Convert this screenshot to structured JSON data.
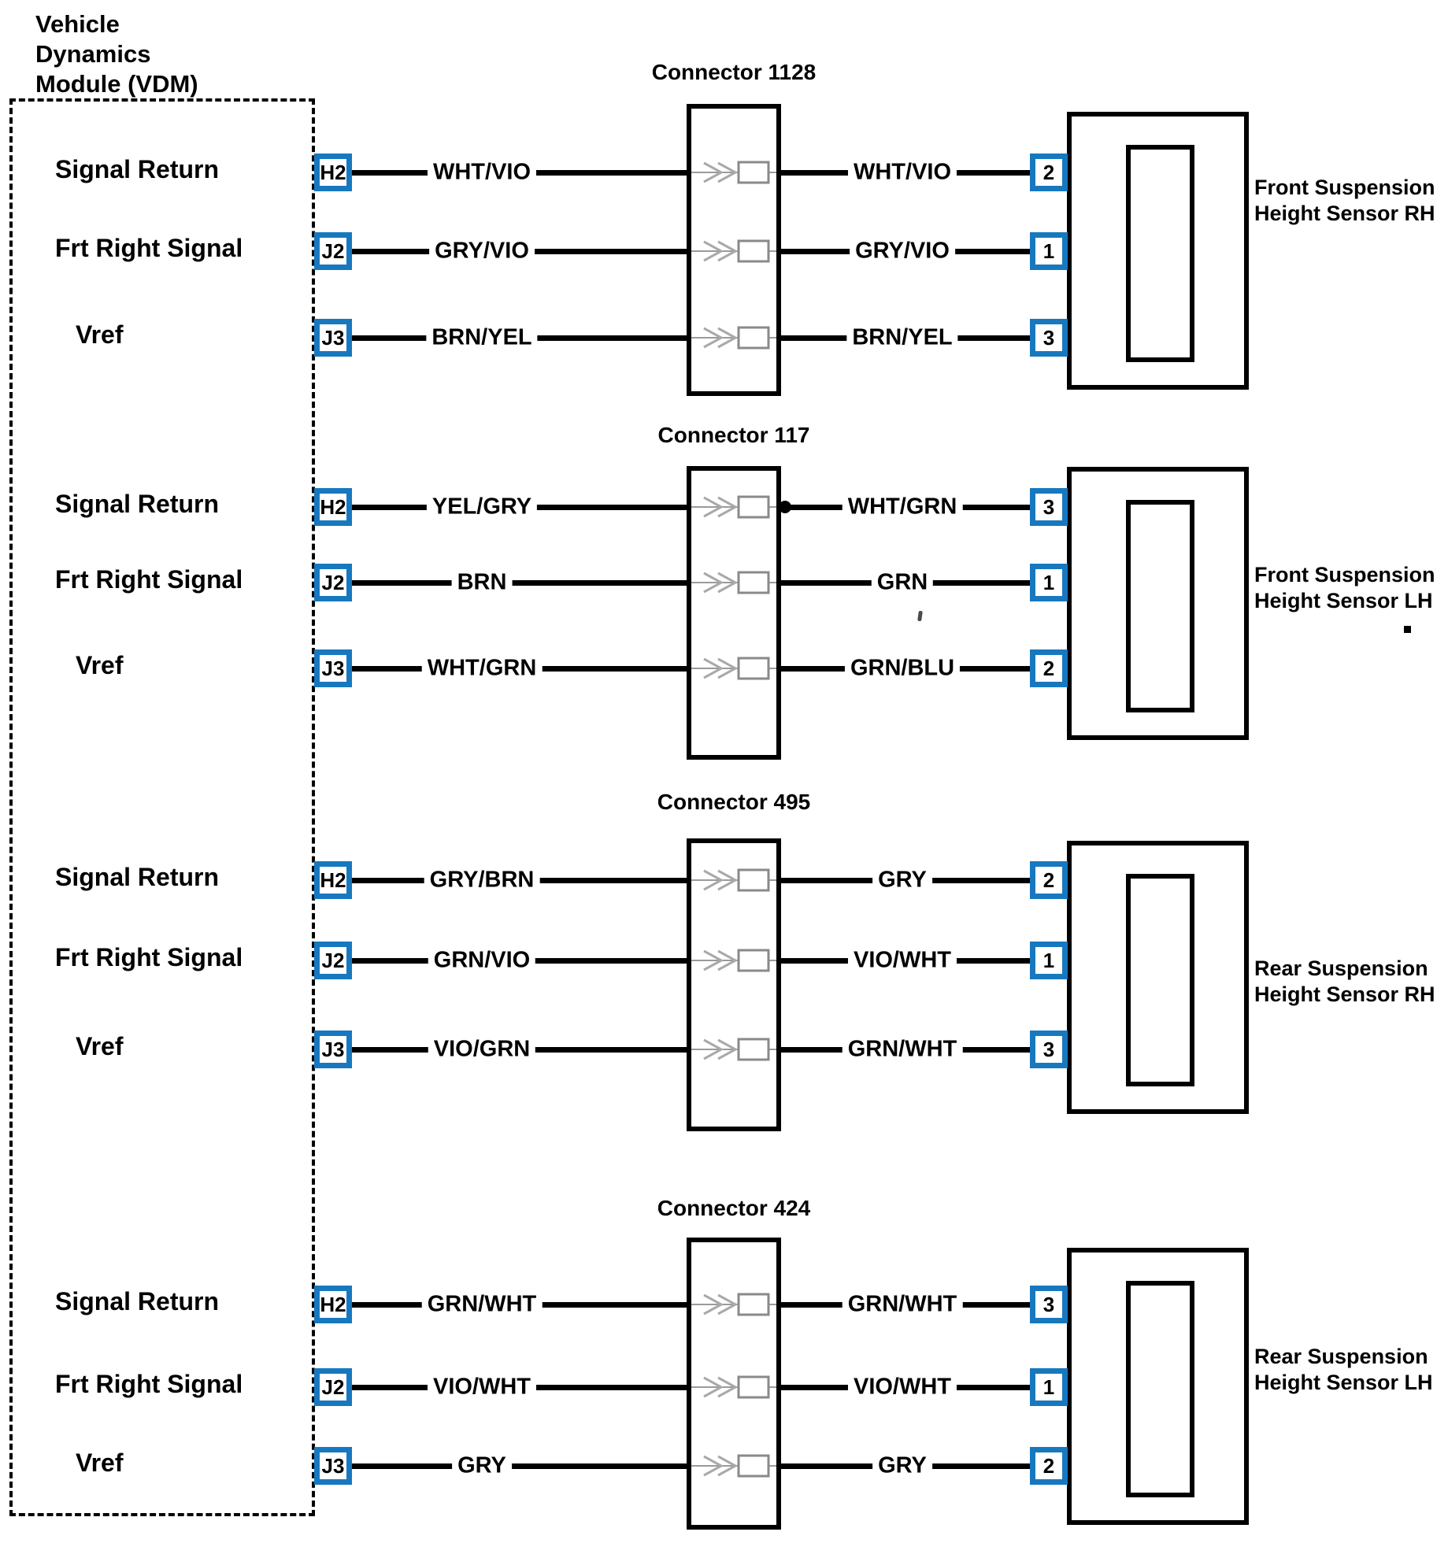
{
  "module": {
    "title_lines": [
      "Vehicle",
      "Dynamics",
      "Module (VDM)"
    ]
  },
  "colors": {
    "pin_box_blue": "#1878bf",
    "wire_black": "#000000",
    "passthrough_gray": "#9a9a9a"
  },
  "groups": [
    {
      "connector_title": "Connector 1128",
      "sensor_label_lines": [
        "Front Suspension",
        "Height Sensor RH"
      ],
      "rows": [
        {
          "signal": "Signal Return",
          "vdm_pin": "H2",
          "wire_left": "WHT/VIO",
          "wire_right": "WHT/VIO",
          "sensor_pin": "2"
        },
        {
          "signal": "Frt Right Signal",
          "vdm_pin": "J2",
          "wire_left": "GRY/VIO",
          "wire_right": "GRY/VIO",
          "sensor_pin": "1"
        },
        {
          "signal": "Vref",
          "vdm_pin": "J3",
          "wire_left": "BRN/YEL",
          "wire_right": "BRN/YEL",
          "sensor_pin": "3"
        }
      ]
    },
    {
      "connector_title": "Connector 117",
      "sensor_label_lines": [
        "Front Suspension",
        "Height Sensor LH"
      ],
      "rows": [
        {
          "signal": "Signal Return",
          "vdm_pin": "H2",
          "wire_left": "YEL/GRY",
          "wire_right": "WHT/GRN",
          "sensor_pin": "3"
        },
        {
          "signal": "Frt Right Signal",
          "vdm_pin": "J2",
          "wire_left": "BRN",
          "wire_right": "GRN",
          "sensor_pin": "1"
        },
        {
          "signal": "Vref",
          "vdm_pin": "J3",
          "wire_left": "WHT/GRN",
          "wire_right": "GRN/BLU",
          "sensor_pin": "2"
        }
      ]
    },
    {
      "connector_title": "Connector 495",
      "sensor_label_lines": [
        "Rear Suspension",
        "Height Sensor RH"
      ],
      "rows": [
        {
          "signal": "Signal Return",
          "vdm_pin": "H2",
          "wire_left": "GRY/BRN",
          "wire_right": "GRY",
          "sensor_pin": "2"
        },
        {
          "signal": "Frt Right Signal",
          "vdm_pin": "J2",
          "wire_left": "GRN/VIO",
          "wire_right": "VIO/WHT",
          "sensor_pin": "1"
        },
        {
          "signal": "Vref",
          "vdm_pin": "J3",
          "wire_left": "VIO/GRN",
          "wire_right": "GRN/WHT",
          "sensor_pin": "3"
        }
      ]
    },
    {
      "connector_title": "Connector 424",
      "sensor_label_lines": [
        "Rear Suspension",
        "Height Sensor LH"
      ],
      "rows": [
        {
          "signal": "Signal Return",
          "vdm_pin": "H2",
          "wire_left": "GRN/WHT",
          "wire_right": "GRN/WHT",
          "sensor_pin": "3"
        },
        {
          "signal": "Frt Right Signal",
          "vdm_pin": "J2",
          "wire_left": "VIO/WHT",
          "wire_right": "VIO/WHT",
          "sensor_pin": "1"
        },
        {
          "signal": "Vref",
          "vdm_pin": "J3",
          "wire_left": "GRY",
          "wire_right": "GRY",
          "sensor_pin": "2"
        }
      ]
    }
  ]
}
